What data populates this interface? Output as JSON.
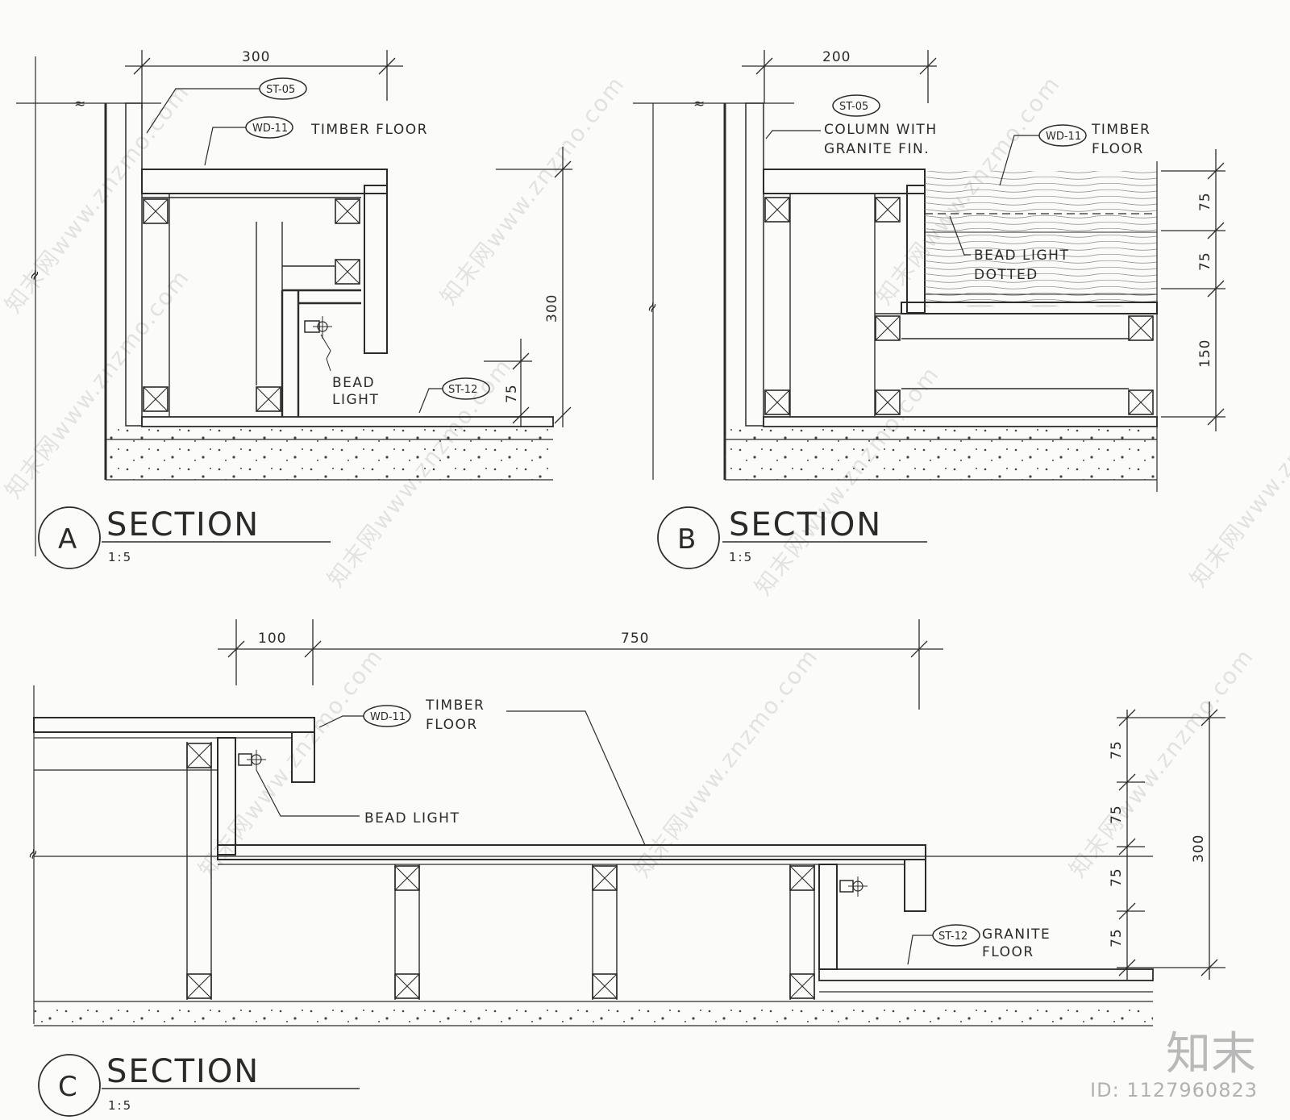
{
  "sections": {
    "a": {
      "letter": "A",
      "title": "SECTION",
      "scale": "1:5",
      "dims": {
        "top_width": "300",
        "height": "300",
        "small": "75"
      },
      "tags": {
        "stone_wall": "ST-05",
        "timber": "WD-11",
        "stone_floor": "ST-12"
      },
      "notes": {
        "timber_floor": "TIMBER FLOOR",
        "bead_light_1": "BEAD",
        "bead_light_2": "LIGHT"
      }
    },
    "b": {
      "letter": "B",
      "title": "SECTION",
      "scale": "1:5",
      "dims": {
        "top_width": "200",
        "d1": "75",
        "d2": "75",
        "d3": "150"
      },
      "tags": {
        "stone_wall": "ST-05",
        "timber": "WD-11"
      },
      "notes": {
        "column_1": "COLUMN WITH",
        "column_2": "GRANITE FIN.",
        "timber_1": "TIMBER",
        "timber_2": "FLOOR",
        "bead_1": "BEAD LIGHT",
        "bead_2": "DOTTED"
      }
    },
    "c": {
      "letter": "C",
      "title": "SECTION",
      "scale": "1:5",
      "dims": {
        "w1": "100",
        "w2": "750",
        "d1": "75",
        "d2": "75",
        "d3": "75",
        "d4": "75",
        "total": "300"
      },
      "tags": {
        "timber": "WD-11",
        "stone_floor": "ST-12"
      },
      "notes": {
        "timber_1": "TIMBER",
        "timber_2": "FLOOR",
        "bead": "BEAD LIGHT",
        "granite_1": "GRANITE",
        "granite_2": "FLOOR"
      }
    }
  },
  "watermark": {
    "brand": "知末",
    "id": "ID: 1127960823",
    "site": "知末网www.znzmo.com"
  },
  "colors": {
    "ink": "#2b2b2b",
    "paper": "#fbfbf9",
    "watermark": "#c8c8c8"
  }
}
